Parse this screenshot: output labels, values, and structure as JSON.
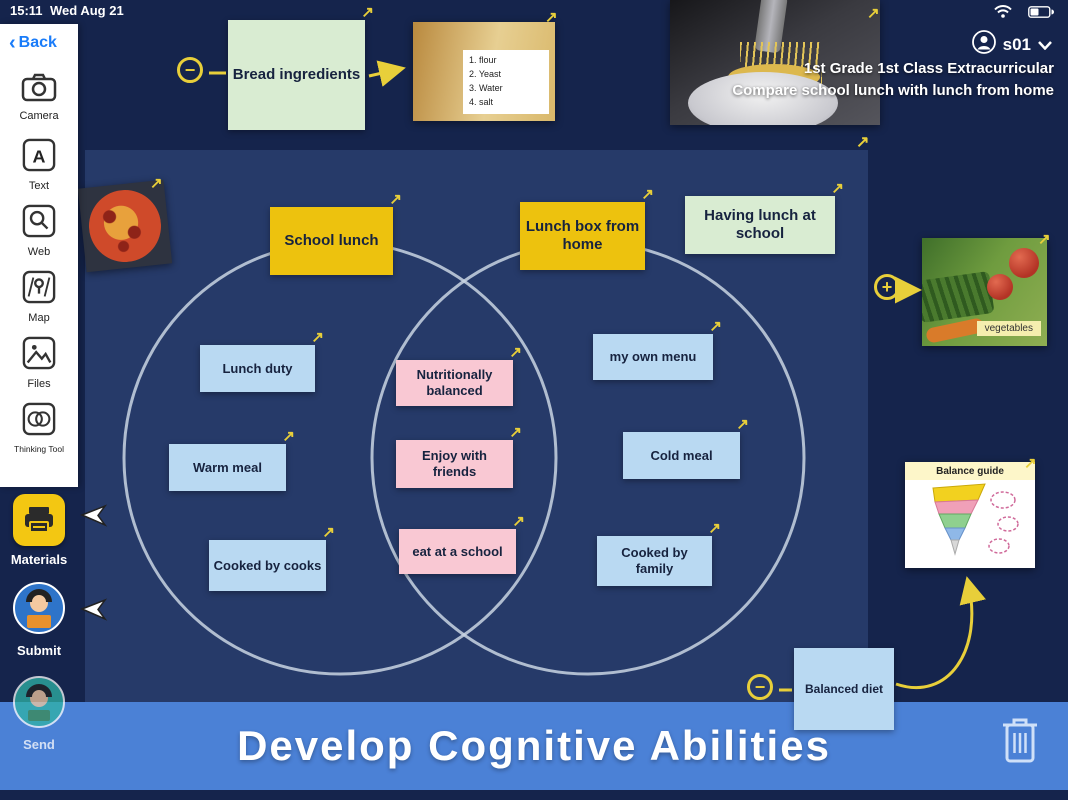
{
  "status_bar": {
    "time": "15:11",
    "date": "Wed Aug 21"
  },
  "header": {
    "back_label": "Back",
    "user_name": "s01",
    "class_line": "1st Grade 1st Class Extracurricular",
    "topic_line": "Compare school lunch with lunch from home"
  },
  "sidebar": {
    "tools": [
      {
        "name": "camera",
        "label": "Camera"
      },
      {
        "name": "text",
        "label": "Text"
      },
      {
        "name": "web",
        "label": "Web"
      },
      {
        "name": "map",
        "label": "Map"
      },
      {
        "name": "files",
        "label": "Files"
      },
      {
        "name": "thinking-tool",
        "label": "Thinking Tool"
      }
    ]
  },
  "actions": {
    "materials": "Materials",
    "submit": "Submit",
    "send": "Send"
  },
  "canvas": {
    "cards": [
      {
        "id": "bread-ingredients",
        "label": "Bread ingredients"
      },
      {
        "id": "school-lunch",
        "label": "School lunch"
      },
      {
        "id": "lunch-box-from-home",
        "label": "Lunch box from home"
      },
      {
        "id": "having-lunch-at-school",
        "label": "Having lunch at school"
      },
      {
        "id": "lunch-duty",
        "label": "Lunch duty"
      },
      {
        "id": "warm-meal",
        "label": "Warm meal"
      },
      {
        "id": "cooked-by-cooks",
        "label": "Cooked by cooks"
      },
      {
        "id": "nutritionally-balanced",
        "label": "Nutritionally balanced"
      },
      {
        "id": "enjoy-with-friends",
        "label": "Enjoy with friends"
      },
      {
        "id": "eat-at-a-school",
        "label": "eat at a school"
      },
      {
        "id": "my-own-menu",
        "label": "my own menu"
      },
      {
        "id": "cold-meal",
        "label": "Cold meal"
      },
      {
        "id": "cooked-by-family",
        "label": "Cooked by family"
      },
      {
        "id": "balanced-diet",
        "label": "Balanced diet"
      }
    ],
    "wheat_list": [
      "1. flour",
      "2. Yeast",
      "3. Water",
      "4. salt"
    ],
    "vegetables_caption": "vegetables",
    "balance_guide_title": "Balance guide"
  },
  "banner": {
    "text": "Develop Cognitive Abilities"
  },
  "icons": {
    "link_arrow": "↗",
    "minus": "−",
    "plus": "+",
    "back_chevron": "‹"
  },
  "colors": {
    "background": "#15244c",
    "canvas": "#263a69",
    "banner_blue": "#4b81d6",
    "accent_yellow": "#e8cf3a",
    "card_gold": "#edc20e",
    "card_green": "#d9ecd2",
    "card_blue": "#b9d9f2",
    "card_pink": "#f9c8d3"
  }
}
